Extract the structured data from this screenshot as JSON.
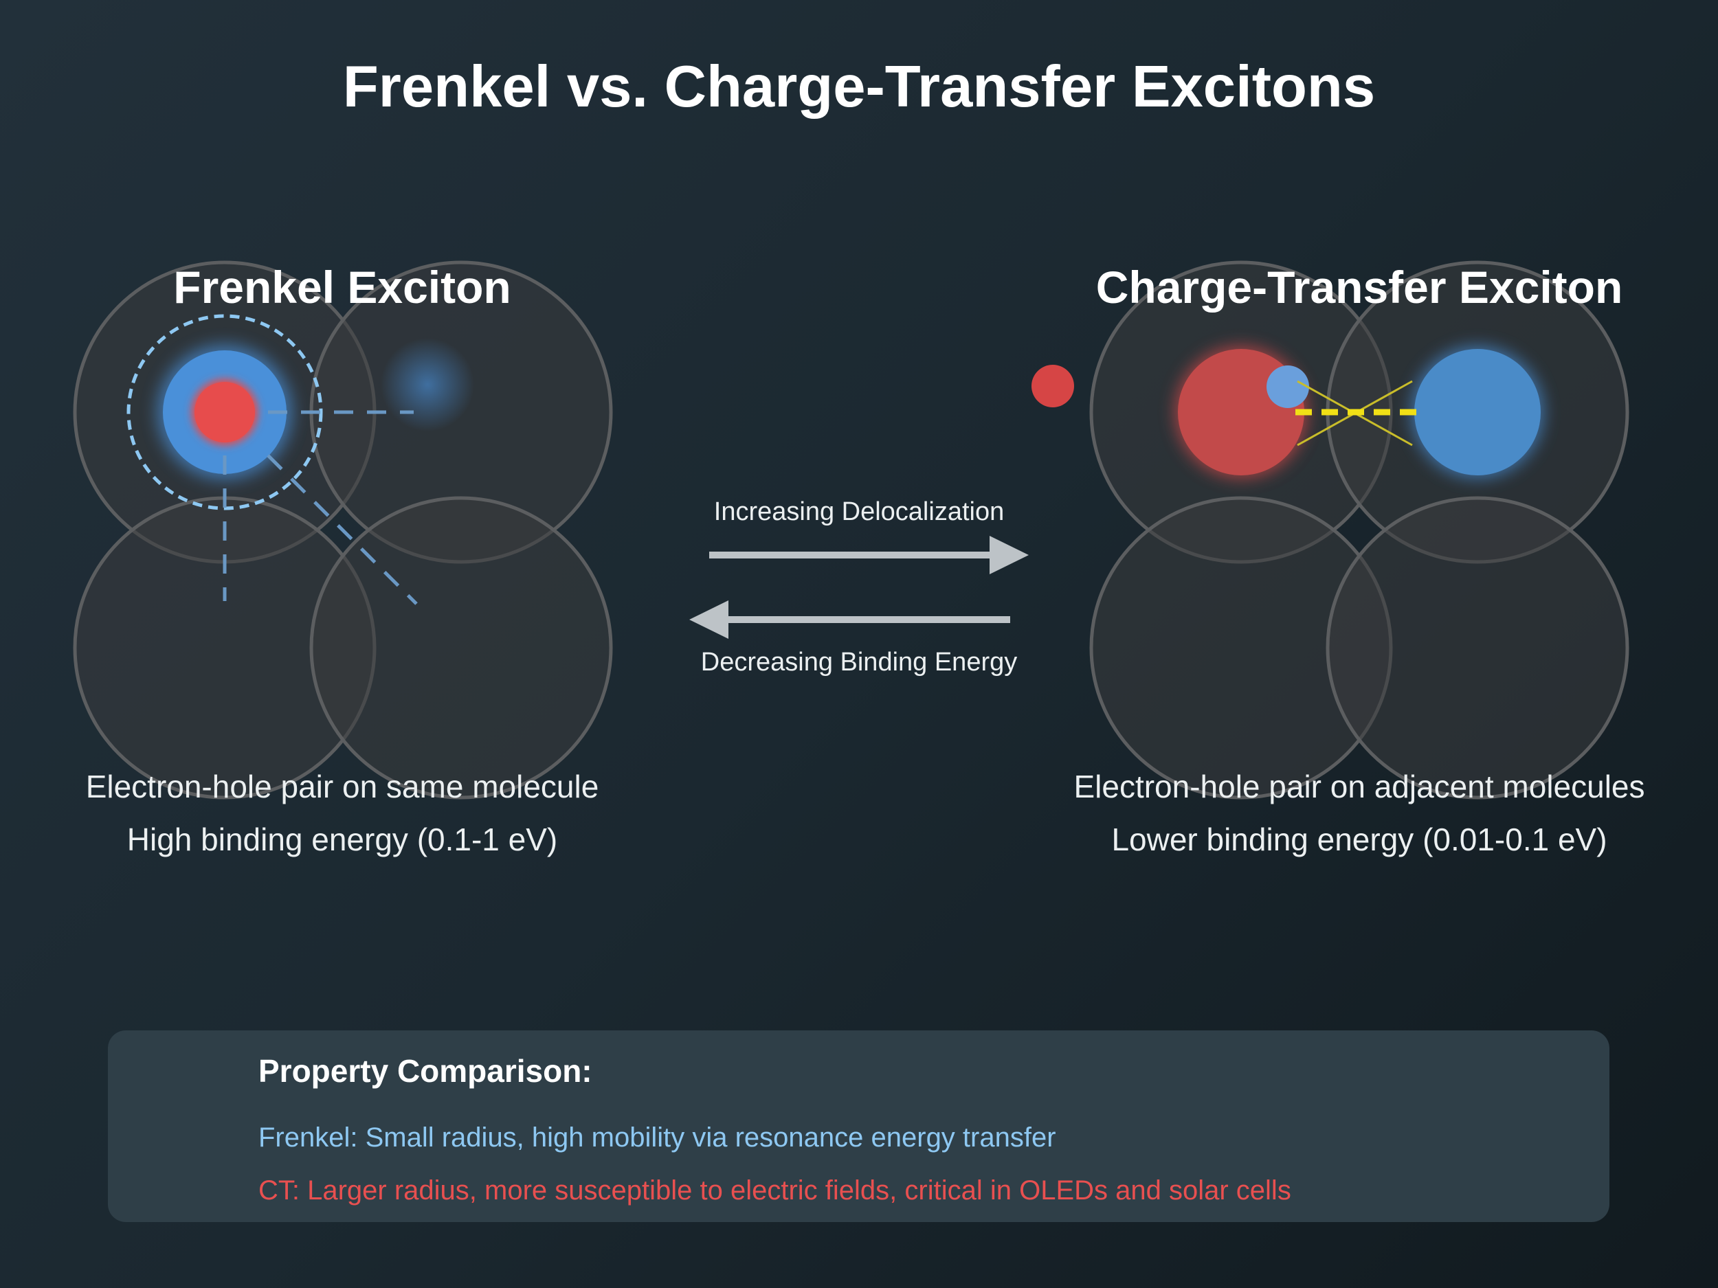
{
  "title": "Frenkel vs. Charge-Transfer Excitons",
  "frenkel": {
    "heading": "Frenkel Exciton",
    "description_1": "Electron-hole pair on same molecule",
    "description_2": "High binding energy (0.1-1 eV)"
  },
  "ct": {
    "heading": "Charge-Transfer Exciton",
    "description_1": "Electron-hole pair on adjacent molecules",
    "description_2": "Lower binding energy (0.01-0.1 eV)"
  },
  "arrows": {
    "forward_label": "Increasing Delocalization",
    "backward_label": "Decreasing Binding Energy"
  },
  "comparison": {
    "title": "Property Comparison:",
    "frenkel_line": "Frenkel: Small radius, high mobility via resonance energy transfer",
    "ct_line": "CT: Larger radius, more susceptible to electric fields, critical in OLEDs and solar cells"
  },
  "colors": {
    "hole": "#e74c4c",
    "electron": "#4a90d9",
    "frenkel_text": "#8ec8f2",
    "ct_text": "#e85050",
    "coulomb_line": "#f1e016"
  }
}
